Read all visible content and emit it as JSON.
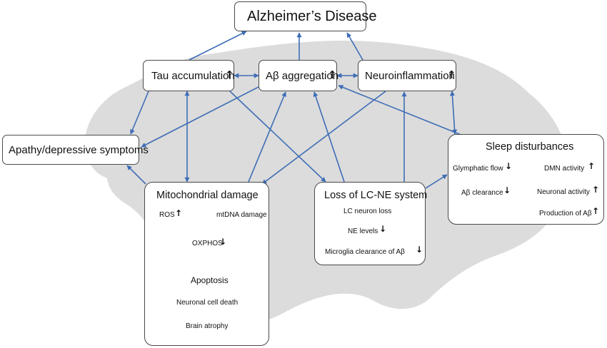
{
  "nodes": {
    "alzheimers": "Alzheimer’s Disease",
    "tau": "Tau accumulation",
    "abeta": "Aβ aggregation",
    "neuroinflammation": "Neuroinflammation",
    "apathy": "Apathy/depressive symptoms",
    "mito": "Mitochondrial damage",
    "lcne": "Loss of LC-NE system",
    "sleep": "Sleep disturbances"
  },
  "mito_items": {
    "ros": "ROS",
    "mtdna": "mtDNA damage",
    "oxphos": "OXPHOS",
    "apoptosis": "Apoptosis",
    "neuronal_death": "Neuronal cell death",
    "atrophy": "Brain atrophy"
  },
  "lcne_items": {
    "lc_loss": "LC neuron loss",
    "ne_levels": "NE levels",
    "microglia": "Microglia clearance of Aβ"
  },
  "sleep_items": {
    "glymphatic": "Glymphatic flow",
    "ab_clearance": "Aβ clearance",
    "dmn": "DMN activity",
    "neuronal_activity": "Neuronal activity",
    "production": "Production of Aβ"
  },
  "indicators": {
    "up": "↑",
    "down": "↓"
  },
  "colors": {
    "edge": "#3e6db5",
    "inner_arrow": "#222222",
    "brain": "#dcdcdc",
    "box_border": "#4a4a4a"
  }
}
